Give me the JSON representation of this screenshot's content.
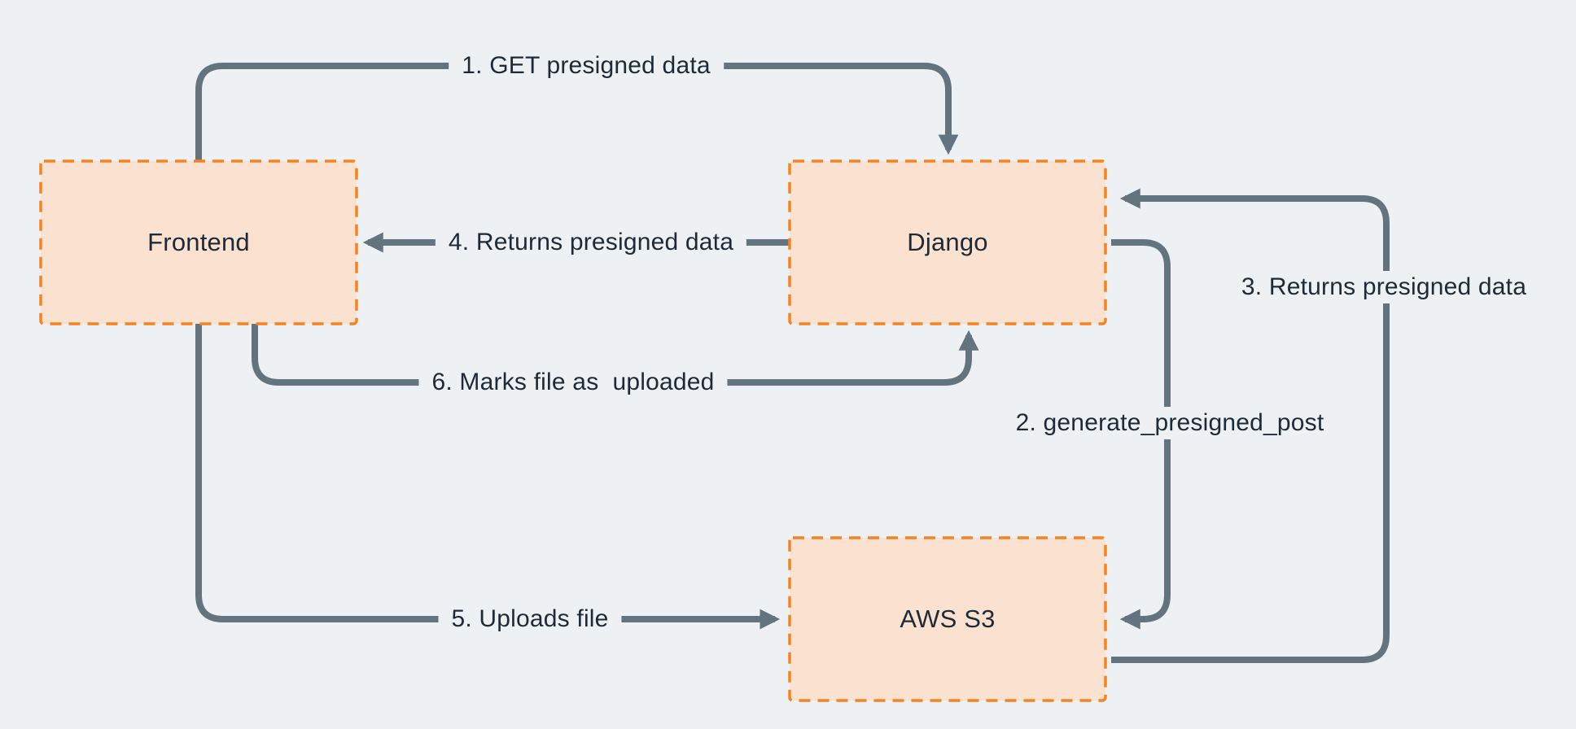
{
  "colors": {
    "background": "#edf1f4",
    "box_fill": "#fbe2d0",
    "box_border": "#f5831f",
    "arrow": "#64747f",
    "text": "#1e2a36"
  },
  "nodes": [
    {
      "id": "frontend",
      "label": "Frontend"
    },
    {
      "id": "django",
      "label": "Django"
    },
    {
      "id": "aws-s3",
      "label": "AWS S3"
    }
  ],
  "edges": [
    {
      "step": 1,
      "label": "1. GET presigned data",
      "from": "Frontend",
      "to": "Django"
    },
    {
      "step": 2,
      "label": "2. generate_presigned_post",
      "from": "Django",
      "to": "AWS S3"
    },
    {
      "step": 3,
      "label": "3. Returns presigned data",
      "from": "AWS S3",
      "to": "Django"
    },
    {
      "step": 4,
      "label": "4. Returns presigned data",
      "from": "Django",
      "to": "Frontend"
    },
    {
      "step": 5,
      "label": "5. Uploads file",
      "from": "Frontend",
      "to": "AWS S3"
    },
    {
      "step": 6,
      "label": "6. Marks file as  uploaded",
      "from": "Frontend",
      "to": "Django"
    }
  ]
}
